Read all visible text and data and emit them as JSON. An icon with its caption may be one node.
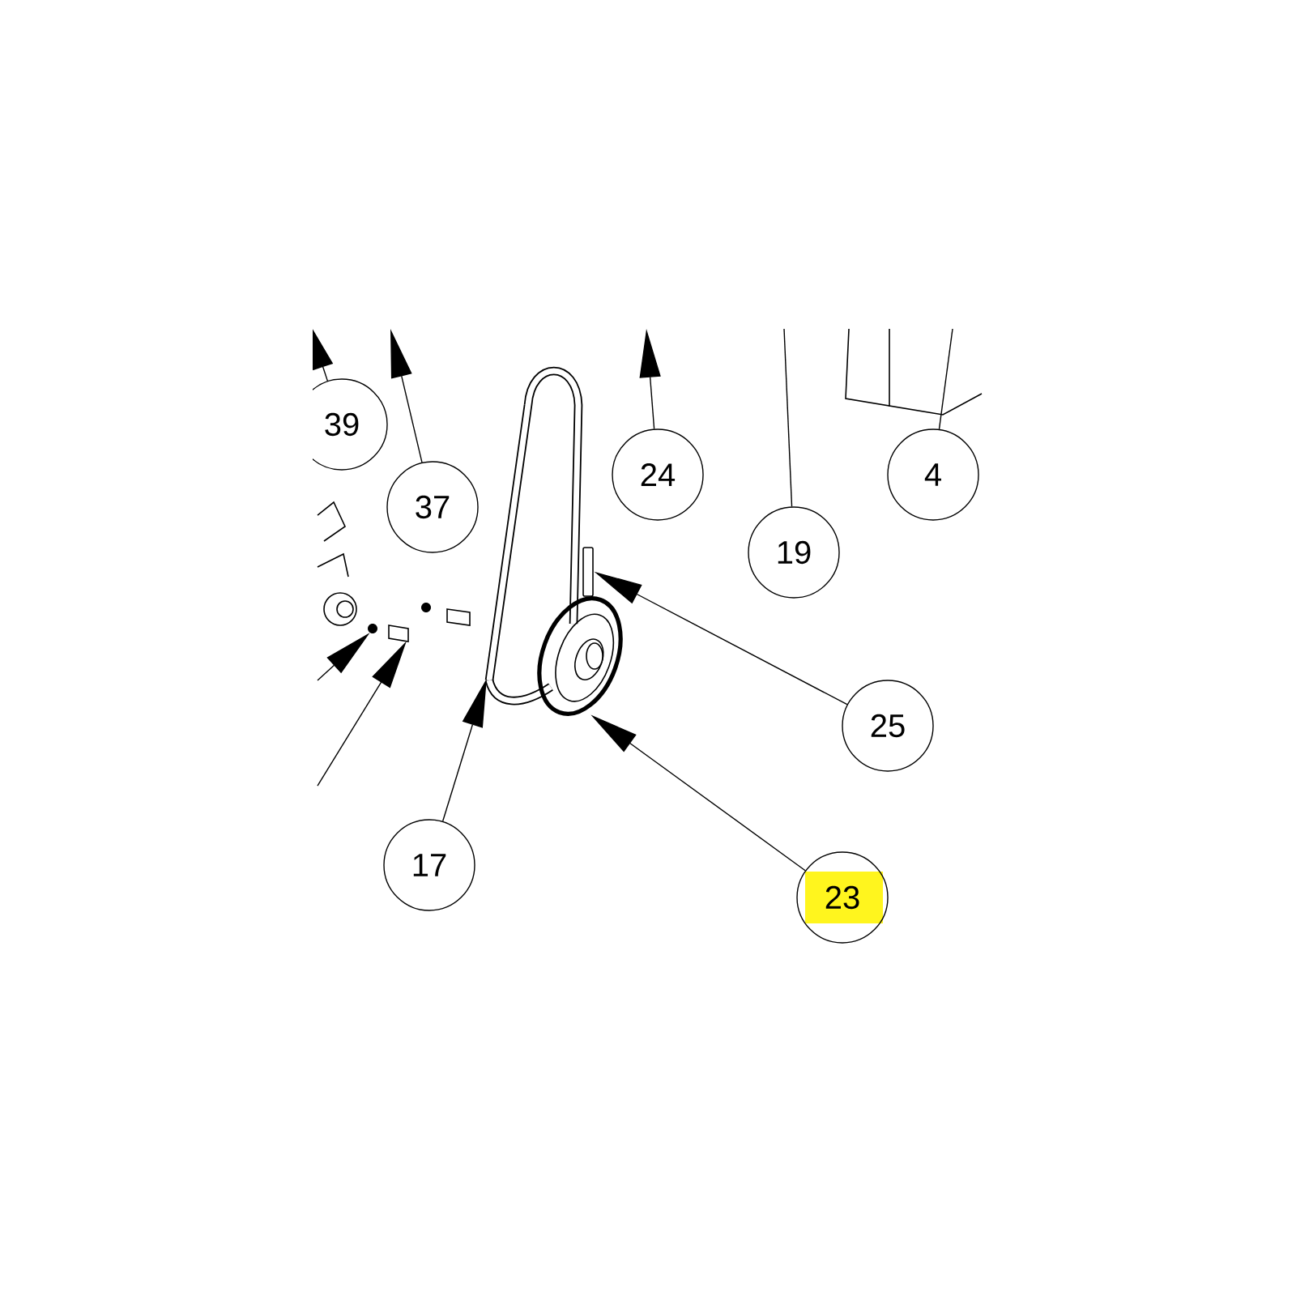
{
  "diagram": {
    "nodes": [
      {
        "text": [
          "39"
        ]
      },
      {
        "text": [
          "37"
        ]
      },
      {
        "text": [
          "24"
        ]
      },
      {
        "text": [
          "19"
        ]
      },
      {
        "text": [
          "4"
        ]
      },
      {
        "text": [
          "25"
        ]
      },
      {
        "text": [
          "17"
        ]
      },
      {
        "text": [
          "23"
        ]
      },
      {
        "text": [],
        "shape": "picture"
      },
      {
        "text": [],
        "shape": "picture"
      },
      {
        "text": [],
        "shape": "box"
      },
      {
        "text": [],
        "shape": "picture"
      },
      {
        "text": [],
        "shape": "picture"
      }
    ],
    "edges": [
      {
        "from": 0,
        "to": null,
        "arrow": "to"
      },
      {
        "from": 1,
        "to": null,
        "arrow": "to"
      },
      {
        "from": 2,
        "to": null,
        "arrow": "to"
      },
      {
        "from": 3,
        "to": null,
        "arrow": "none"
      },
      {
        "from": 4,
        "to": null,
        "arrow": "none"
      },
      {
        "from": 5,
        "to": 10,
        "arrow": "to"
      },
      {
        "from": 7,
        "to": 9,
        "arrow": "to"
      },
      {
        "from": 6,
        "to": 8,
        "arrow": "to"
      },
      {
        "from": null,
        "to": 11,
        "arrow": "to"
      },
      {
        "from": null,
        "to": 12,
        "arrow": "to"
      }
    ]
  }
}
